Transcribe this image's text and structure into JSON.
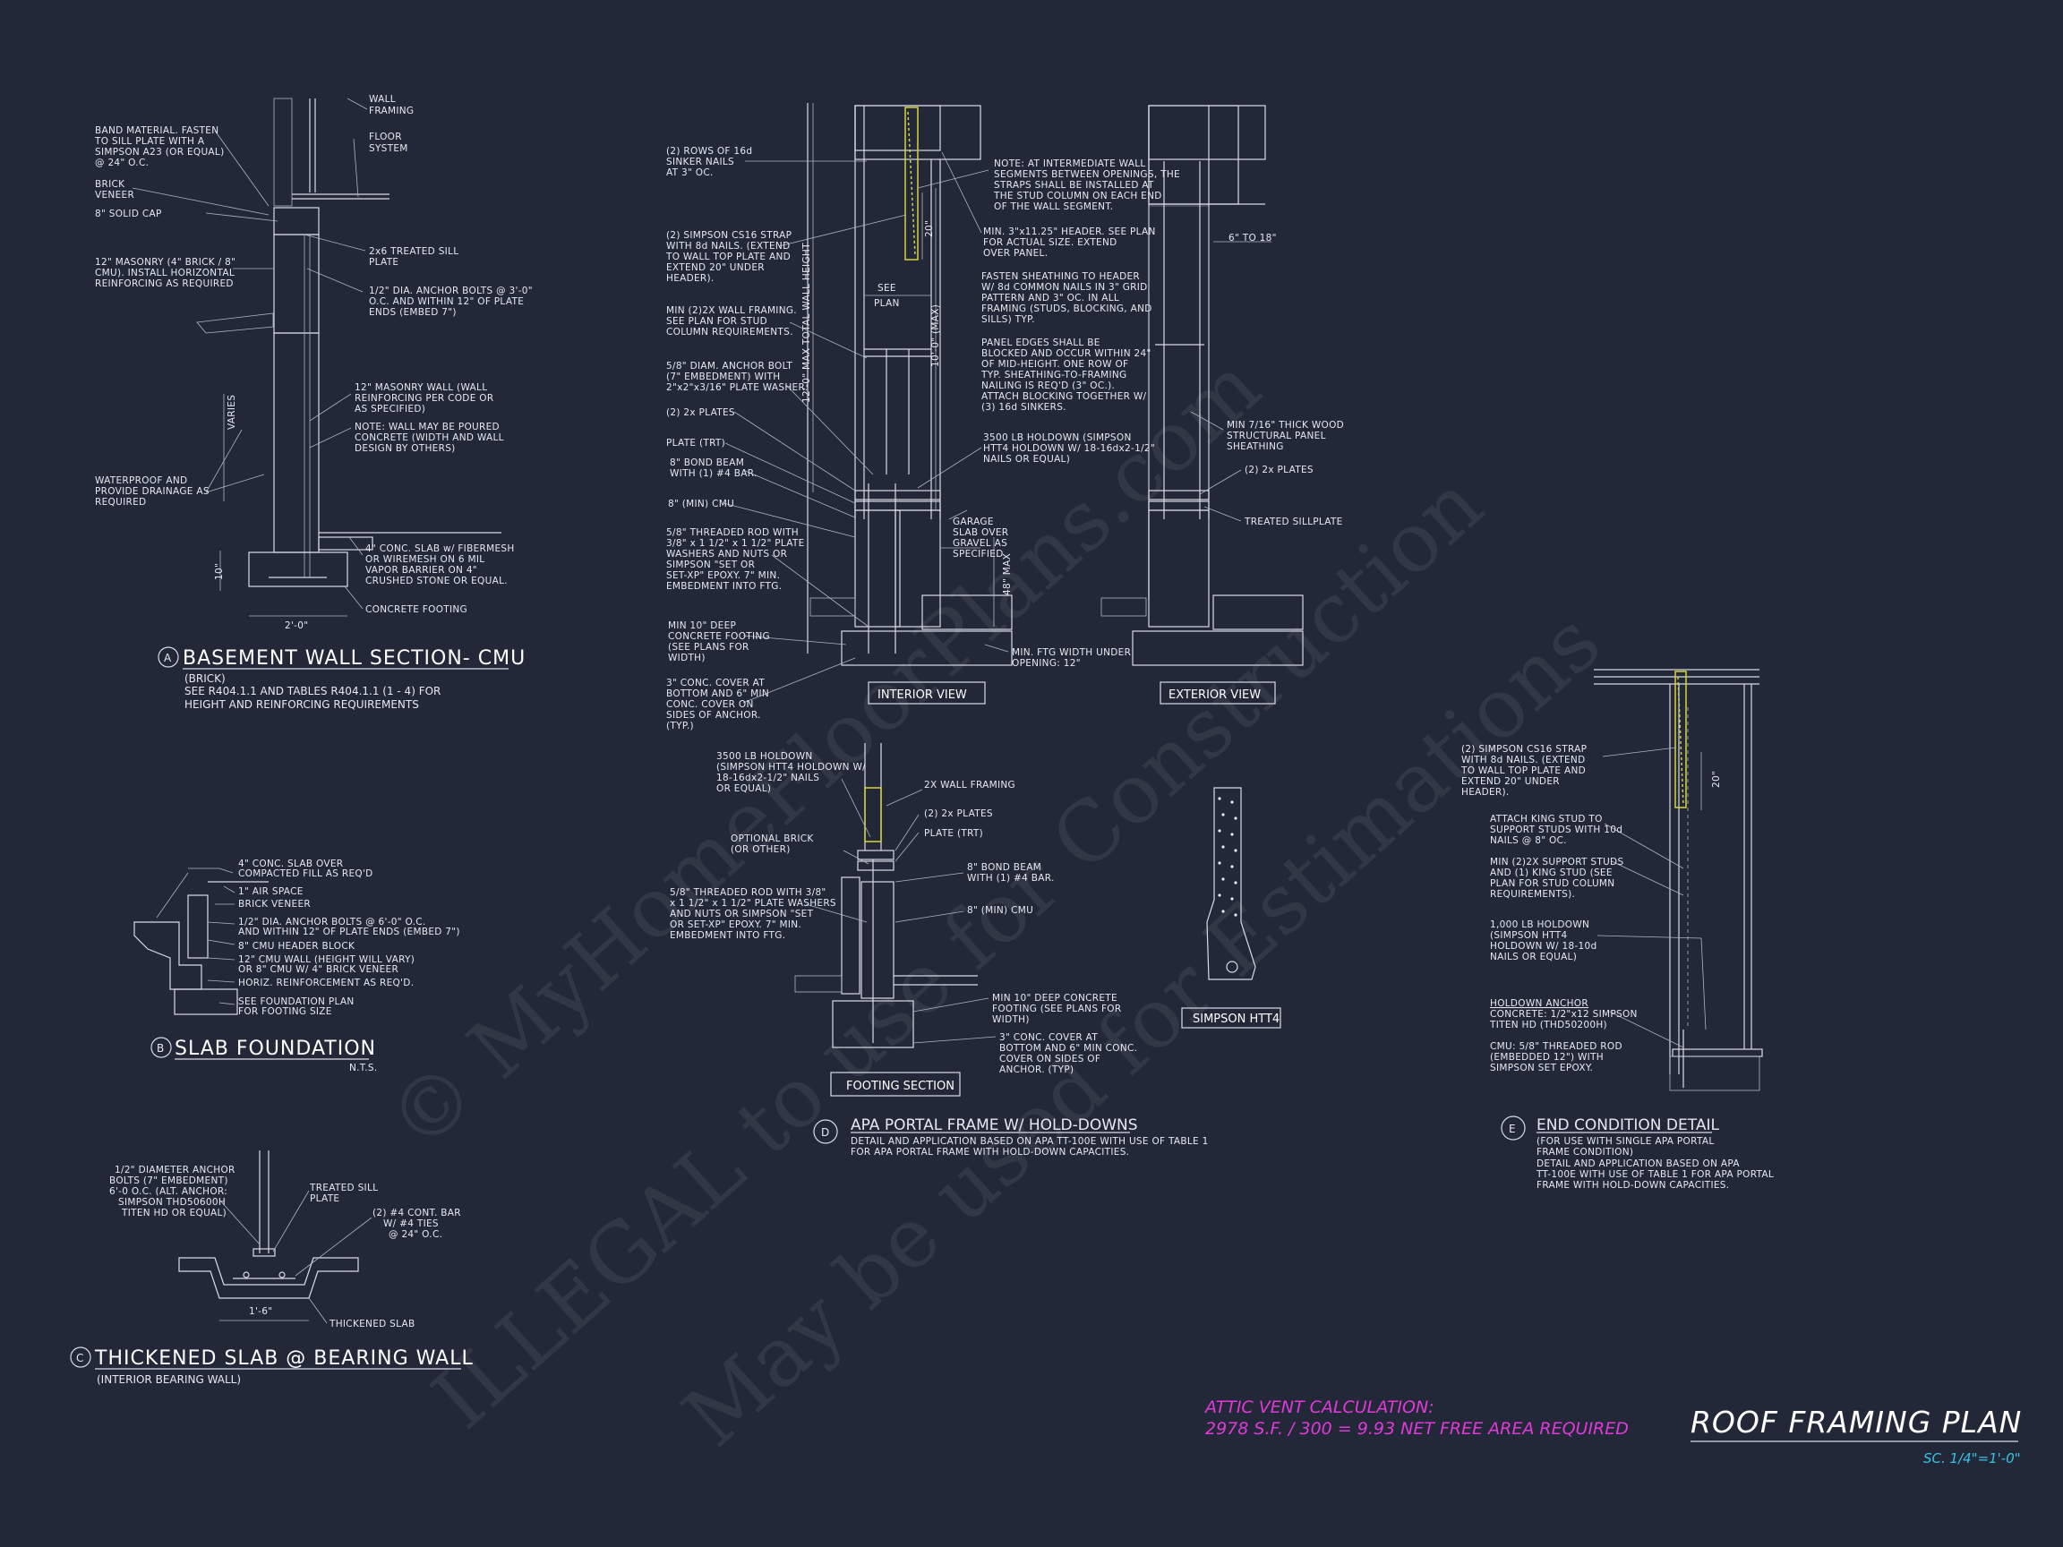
{
  "details": {
    "a": {
      "letter": "A",
      "title": "BASEMENT WALL SECTION- CMU",
      "sub1": "(BRICK)",
      "sub2": "SEE R404.1.1 AND TABLES R404.1.1 (1 - 4) FOR",
      "sub3": "HEIGHT AND REINFORCING REQUIREMENTS",
      "notes": {
        "wall_framing_1": "WALL",
        "wall_framing_2": "FRAMING",
        "floor_1": "FLOOR",
        "floor_2": "SYSTEM",
        "band_1": "BAND MATERIAL. FASTEN",
        "band_2": "TO SILL PLATE WITH A",
        "band_3": "SIMPSON A23 (OR EQUAL)",
        "band_4": "@ 24\" O.C.",
        "brick_1": "BRICK",
        "brick_2": "VENEER",
        "cap": "8\" SOLID CAP",
        "masonry_1": "12\" MASONRY (4\" BRICK / 8\"",
        "masonry_2": "CMU). INSTALL HORIZONTAL",
        "masonry_3": "REINFORCING AS REQUIRED",
        "sill_1": "2x6 TREATED SILL",
        "sill_2": "PLATE",
        "anchor_1": "1/2\" DIA. ANCHOR BOLTS @ 3'-0\"",
        "anchor_2": "O.C. AND WITHIN 12\" OF PLATE",
        "anchor_3": "ENDS (EMBED 7\")",
        "varies": "VARIES",
        "mwall_1": "12\" MASONRY WALL (WALL",
        "mwall_2": "REINFORCING PER CODE OR",
        "mwall_3": "AS SPECIFIED)",
        "poured_1": "NOTE: WALL MAY BE POURED",
        "poured_2": "CONCRETE (WIDTH AND WALL",
        "poured_3": "DESIGN BY OTHERS)",
        "wp_1": "WATERPROOF AND",
        "wp_2": "PROVIDE DRAINAGE AS",
        "wp_3": "REQUIRED",
        "slab_1": "4\" CONC. SLAB w/ FIBERMESH",
        "slab_2": "OR WIREMESH ON 6 MIL",
        "slab_3": "VAPOR BARRIER ON 4\"",
        "slab_4": "CRUSHED STONE OR EQUAL.",
        "footing": "CONCRETE FOOTING",
        "dim_10": "10\"",
        "dim_20": "2'-0\""
      }
    },
    "b": {
      "letter": "B",
      "title": "SLAB FOUNDATION",
      "nts": "N.T.S.",
      "notes": {
        "n1": "4\" CONC. SLAB OVER",
        "n1b": "COMPACTED FILL AS REQ'D",
        "n2": "1\" AIR SPACE",
        "n3": "BRICK VENEER",
        "n4": "1/2\" DIA. ANCHOR BOLTS @ 6'-0\" O.C.",
        "n4b": "AND WITHIN 12\" OF PLATE ENDS (EMBED 7\")",
        "n5": "8\" CMU HEADER BLOCK",
        "n6": "12\" CMU WALL (HEIGHT WILL VARY)",
        "n6b": "OR 8\" CMU W/ 4\" BRICK VENEER",
        "n7": "HORIZ. REINFORCEMENT AS REQ'D.",
        "n8": "SEE FOUNDATION PLAN",
        "n8b": "FOR FOOTING SIZE"
      }
    },
    "c": {
      "letter": "C",
      "title": "THICKENED SLAB @ BEARING WALL",
      "sub": "(INTERIOR BEARING WALL)",
      "notes": {
        "n1": "1/2\" DIAMETER ANCHOR",
        "n1b": "BOLTS (7\" EMBEDMENT)",
        "n1c": "6'-0 O.C. (ALT. ANCHOR:",
        "n1d": "SIMPSON THD50600H",
        "n1e": "TITEN HD OR EQUAL)",
        "n2": "TREATED SILL",
        "n2b": "PLATE",
        "n3": "(2) #4 CONT. BAR",
        "n3b": "W/ #4 TIES",
        "n3c": "@ 24\" O.C.",
        "dim": "1'-6\"",
        "n4": "THICKENED SLAB"
      }
    },
    "d": {
      "letter": "D",
      "title": "APA PORTAL FRAME W/ HOLD-DOWNS",
      "sub1": "DETAIL AND APPLICATION BASED ON APA TT-100E WITH USE OF TABLE 1",
      "sub2": "FOR APA PORTAL FRAME WITH HOLD-DOWN CAPACITIES.",
      "interior_view": "INTERIOR VIEW",
      "exterior_view": "EXTERIOR VIEW",
      "footing_section": "FOOTING SECTION",
      "simpson": "SIMPSON HTT4",
      "notes": {
        "l1": "(2) ROWS OF 16d",
        "l1b": "SINKER NAILS",
        "l1c": "AT 3\" OC.",
        "l2": "(2) SIMPSON CS16 STRAP",
        "l2b": "WITH 8d NAILS. (EXTEND",
        "l2c": "TO WALL TOP PLATE AND",
        "l2d": "EXTEND 20\" UNDER",
        "l2e": "HEADER).",
        "l3": "MIN (2)2X WALL FRAMING.",
        "l3b": "SEE PLAN FOR STUD",
        "l3c": "COLUMN REQUIREMENTS.",
        "l4": "5/8\" DIAM. ANCHOR BOLT",
        "l4b": "(7\" EMBEDMENT) WITH",
        "l4c": "2\"x2\"x3/16\" PLATE WASHER.",
        "l5": "(2) 2x PLATES",
        "l6": "PLATE (TRT)",
        "l7": "8\" BOND BEAM",
        "l7b": "WITH (1) #4 BAR.",
        "l8": "8\" (MIN) CMU",
        "l9": "5/8\" THREADED ROD WITH",
        "l9b": "3/8\" x 1 1/2\" x 1 1/2\" PLATE",
        "l9c": "WASHERS AND NUTS OR",
        "l9d": "SIMPSON \"SET OR",
        "l9e": "SET-XP\" EPOXY. 7\" MIN.",
        "l9f": "EMBEDMENT INTO FTG.",
        "l10": "MIN 10\" DEEP",
        "l10b": "CONCRETE FOOTING",
        "l10c": "(SEE PLANS FOR",
        "l10d": "WIDTH)",
        "l11": "3\" CONC. COVER AT",
        "l11b": "BOTTOM AND 6\" MIN",
        "l11c": "CONC. COVER ON",
        "l11d": "SIDES OF ANCHOR.",
        "l11e": "(TYP.)",
        "r1": "NOTE: AT INTERMEDIATE WALL",
        "r1b": "SEGMENTS BETWEEN OPENINGS, THE",
        "r1c": "STRAPS SHALL BE INSTALLED AT",
        "r1d": "THE STUD COLUMN ON EACH END",
        "r1e": "OF THE WALL SEGMENT.",
        "r2": "MIN. 3\"x11.25\" HEADER. SEE PLAN",
        "r2b": "FOR ACTUAL SIZE. EXTEND",
        "r2c": "OVER PANEL.",
        "r3": "FASTEN SHEATHING TO HEADER",
        "r3b": "W/ 8d COMMON NAILS IN 3\" GRID",
        "r3c": "PATTERN AND 3\" OC. IN ALL",
        "r3d": "FRAMING (STUDS, BLOCKING, AND",
        "r3e": "SILLS) TYP.",
        "r4": "PANEL EDGES SHALL BE",
        "r4b": "BLOCKED AND OCCUR WITHIN 24\"",
        "r4c": "OF MID-HEIGHT. ONE ROW OF",
        "r4d": "TYP. SHEATHING-TO-FRAMING",
        "r4e": "NAILING IS REQ'D (3\" OC.).",
        "r4f": "ATTACH BLOCKING TOGETHER W/",
        "r4g": "(3) 16d SINKERS.",
        "r5": "3500 LB HOLDOWN (SIMPSON",
        "r5b": "HTT4 HOLDOWN W/ 18-16dx2-1/2\"",
        "r5c": "NAILS OR EQUAL)",
        "r6": "GARAGE",
        "r6b": "SLAB OVER",
        "r6c": "GRAVEL AS",
        "r6d": "SPECIFIED",
        "r7": "MIN. FTG WIDTH UNDER",
        "r7b": "OPENING: 12\"",
        "dim_20": "20\"",
        "see": "SEE",
        "plan": "PLAN",
        "max12": "12'-0\" MAX TOTAL WALL HEIGHT",
        "max10": "10'-0\" (MAX)",
        "max48": "48\" MAX",
        "sixto18": "6\" TO 18\"",
        "e1": "MIN 7/16\" THICK WOOD",
        "e1b": "STRUCTURAL PANEL",
        "e1c": "SHEATHING",
        "e2": "(2) 2x PLATES",
        "e3": "TREATED SILLPLATE",
        "f1": "3500 LB HOLDOWN",
        "f1b": "(SIMPSON HTT4 HOLDOWN W/",
        "f1c": "18-16dx2-1/2\" NAILS",
        "f1d": "OR EQUAL)",
        "f2": "OPTIONAL BRICK",
        "f2b": "(OR OTHER)",
        "f3": "5/8\" THREADED ROD WITH 3/8\"",
        "f3b": "x 1 1/2\" x 1 1/2\" PLATE WASHERS",
        "f3c": "AND NUTS OR SIMPSON \"SET",
        "f3d": "OR SET-XP\" EPOXY. 7\" MIN.",
        "f3e": "EMBEDMENT INTO FTG.",
        "f4": "2X WALL FRAMING",
        "f5": "(2) 2x PLATES",
        "f6": "PLATE (TRT)",
        "f7": "8\" BOND BEAM",
        "f7b": "WITH (1) #4 BAR.",
        "f8": "8\" (MIN) CMU",
        "f9": "MIN 10\" DEEP CONCRETE",
        "f9b": "FOOTING (SEE PLANS FOR",
        "f9c": "WIDTH)",
        "f10": "3\" CONC. COVER AT",
        "f10b": "BOTTOM AND 6\" MIN CONC.",
        "f10c": "COVER ON SIDES OF",
        "f10d": "ANCHOR. (TYP)"
      }
    },
    "e": {
      "letter": "E",
      "title": "END CONDITION DETAIL",
      "sub1": "(FOR USE WITH SINGLE APA PORTAL",
      "sub2": "FRAME CONDITION)",
      "sub3": "DETAIL AND APPLICATION BASED ON APA",
      "sub4": "TT-100E WITH USE OF TABLE 1 FOR APA PORTAL",
      "sub5": "FRAME WITH HOLD-DOWN CAPACITIES.",
      "notes": {
        "n1": "(2) SIMPSON CS16 STRAP",
        "n1b": "WITH 8d NAILS. (EXTEND",
        "n1c": "TO WALL TOP PLATE AND",
        "n1d": "EXTEND 20\" UNDER",
        "n1e": "HEADER).",
        "n2": "ATTACH KING STUD TO",
        "n2b": "SUPPORT STUDS WITH 10d",
        "n2c": "NAILS @ 8\" OC.",
        "n3": "MIN (2)2X SUPPORT STUDS",
        "n3b": "AND (1) KING STUD (SEE",
        "n3c": "PLAN FOR STUD COLUMN",
        "n3d": "REQUIREMENTS).",
        "n4": "1,000 LB HOLDOWN",
        "n4b": "(SIMPSON HTT4",
        "n4c": "HOLDOWN W/ 18-10d",
        "n4d": "NAILS OR EQUAL)",
        "n5": "HOLDOWN ANCHOR",
        "n5b": "CONCRETE: 1/2\"x12 SIMPSON",
        "n5c": "TITEN HD (THD50200H)",
        "n6": "CMU: 5/8\" THREADED ROD",
        "n6b": "(EMBEDDED 12\") WITH",
        "n6c": "SIMPSON SET EPOXY.",
        "dim_20": "20\""
      }
    }
  },
  "attic": {
    "line1": "ATTIC VENT CALCULATION:",
    "line2": "2978 S.F. / 300 = 9.93 NET FREE AREA REQUIRED"
  },
  "sheet": {
    "title": "ROOF FRAMING PLAN",
    "scale": "SC. 1/4\"=1'-0\""
  },
  "watermark": {
    "line1": "© MyHomeFloorPlans.com",
    "line2": "ILLEGAL to use for Construction",
    "line3": "May be used for Estimations"
  },
  "colors": {
    "background": "#222838",
    "attic_text": "#e03ad8",
    "scale_text": "#36c4e6",
    "strap": "#d8d43a"
  }
}
